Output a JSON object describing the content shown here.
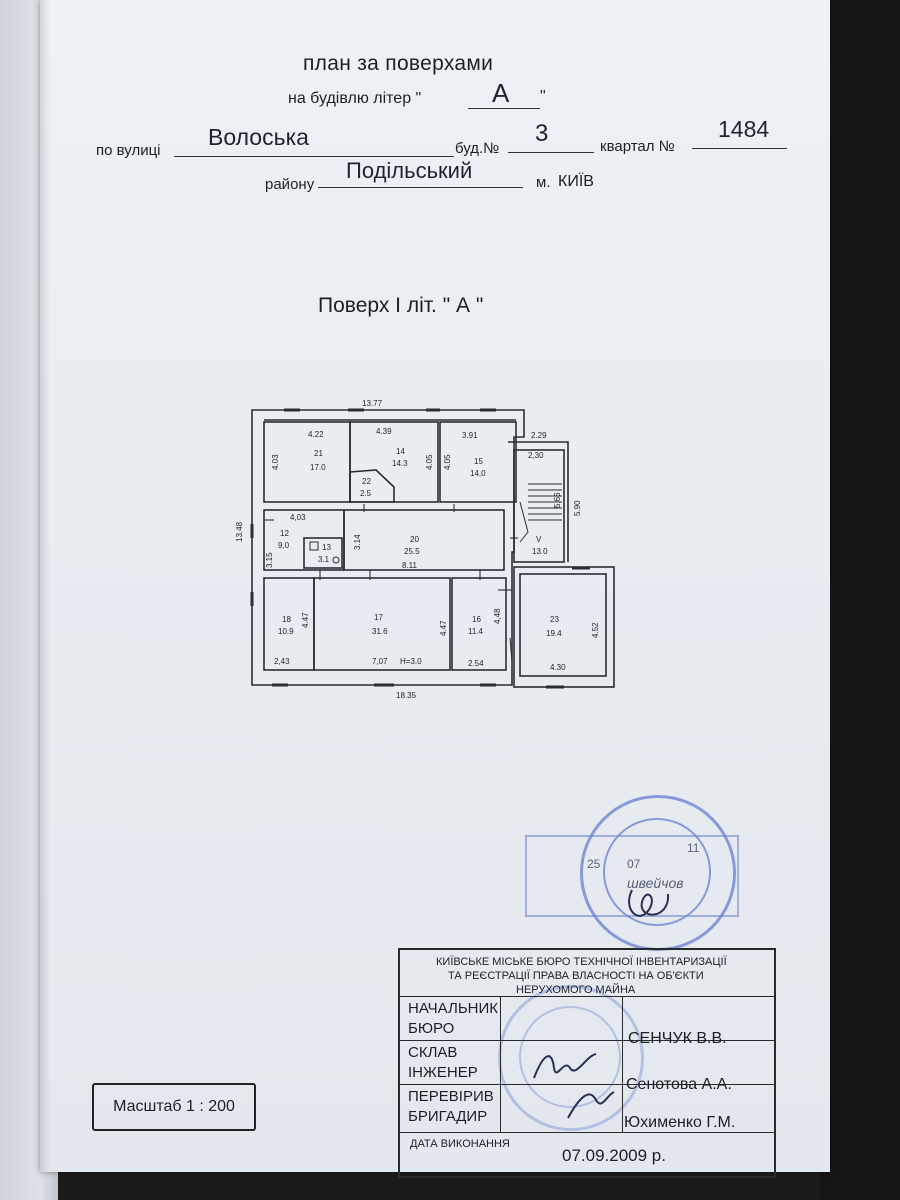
{
  "header": {
    "title": "план за поверхами",
    "building_prefix": "на будівлю літер \"",
    "building_letter": "А",
    "building_suffix": "\"",
    "street_label": "по вулиці",
    "street_value": "Волоська",
    "number_label": "буд.№",
    "number_value": "3",
    "quarter_label": "квартал №",
    "quarter_value": "1484",
    "district_label": "району",
    "district_value": "Подільський",
    "city_label": "м.",
    "city_value": "КИЇВ"
  },
  "floor_title": "Поверх І  літ. \" А  \"",
  "plan": {
    "dims": {
      "top_total": "13.77",
      "bottom_total": "18.35",
      "left_total": "13.48",
      "stair_width": "2.29",
      "stair_height": "5.90"
    },
    "rooms": [
      {
        "id": "21",
        "area": "17.0",
        "w": "4.22",
        "h": "4.03"
      },
      {
        "id": "14",
        "area": "14.3",
        "w": "4.39",
        "h": "4.05"
      },
      {
        "id": "15",
        "area": "14,0",
        "w": "3.91",
        "h": "4.05"
      },
      {
        "id": "22",
        "area": "2.5"
      },
      {
        "id": "V",
        "area": "13.0",
        "w": "2,30",
        "h": "5.66"
      },
      {
        "id": "12",
        "area": "9,0",
        "w": "4,03",
        "h": "3.15"
      },
      {
        "id": "13",
        "area": "3.1"
      },
      {
        "id": "20",
        "area": "25.5",
        "w": "8.11",
        "h": "3.14"
      },
      {
        "id": "18",
        "area": "10.9",
        "w": "2,43",
        "h": "4.47"
      },
      {
        "id": "17",
        "area": "31.6",
        "w": "7,07",
        "h": "4.47",
        "note": "H=3.0"
      },
      {
        "id": "16",
        "area": "11.4",
        "w": "2.54",
        "h": "4,48"
      },
      {
        "id": "23",
        "area": "19.4",
        "w": "4.30",
        "h": "4.52"
      }
    ]
  },
  "scale": "Масштаб 1 : 200",
  "stamp": {
    "date_day": "25",
    "date_month": "07",
    "date_year": "11",
    "handwritten_name": "швейчов"
  },
  "title_block": {
    "org_line1": "КИЇВСЬКЕ МІСЬКЕ БЮРО ТЕХНІЧНОЇ ІНВЕНТАРИЗАЦІЇ",
    "org_line2": "ТА РЕЄСТРАЦІЇ ПРАВА ВЛАСНОСТІ НА ОБ'ЄКТИ",
    "org_line3": "НЕРУХОМОГО МАЙНА",
    "role1a": "НАЧАЛЬНИК",
    "role1b": "БЮРО",
    "name1": "СЕНЧУК В.В.",
    "role2a": "СКЛАВ",
    "role2b": "ІНЖЕНЕР",
    "name2": "Сенотова А.А.",
    "role3a": "ПЕРЕВІРИВ",
    "role3b": "БРИГАДИР",
    "name3": "Юхименко Г.М.",
    "date_label": "ДАТА ВИКОНАННЯ",
    "date_value": "07.09.2009 р."
  }
}
